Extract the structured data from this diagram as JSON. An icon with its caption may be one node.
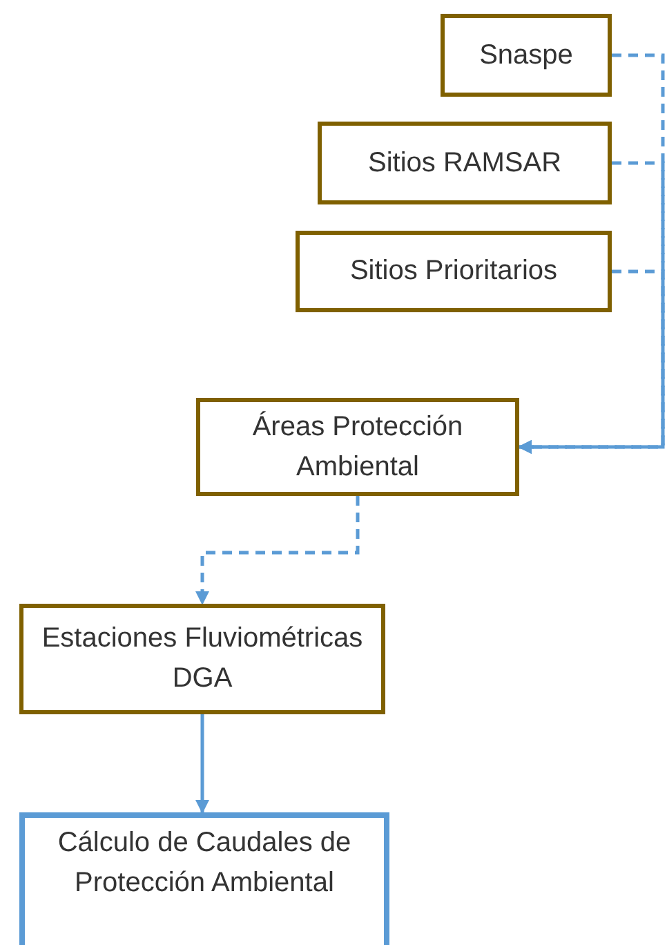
{
  "diagram": {
    "nodes": [
      {
        "text": [
          "Snaspe"
        ]
      },
      {
        "text": [
          "Sitios RAMSAR"
        ]
      },
      {
        "text": [
          "Sitios Prioritarios"
        ]
      },
      {
        "text": [
          "Áreas Protección Ambiental"
        ]
      },
      {
        "text": [
          "Estaciones Fluviométricas DGA"
        ]
      },
      {
        "text": [
          "Cálculo de Caudales de Protección Ambiental"
        ]
      }
    ],
    "edges": [
      {
        "from": 0,
        "to": 3,
        "arrow": "to",
        "style": "dashed"
      },
      {
        "from": 1,
        "to": 3,
        "arrow": "to",
        "style": "dashed"
      },
      {
        "from": 2,
        "to": 3,
        "arrow": "to",
        "style": "dashed"
      },
      {
        "from": 3,
        "to": 4,
        "arrow": "to",
        "style": "dashed"
      },
      {
        "from": 4,
        "to": 5,
        "arrow": "to"
      }
    ]
  }
}
